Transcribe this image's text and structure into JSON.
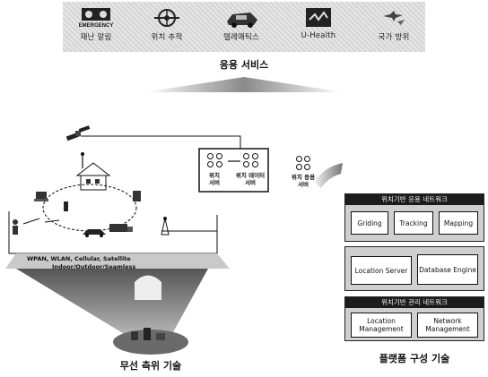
{
  "services": {
    "items": [
      {
        "label": "재난 알림",
        "icon": "emergency-icon",
        "icon_text": "EMERGENCY"
      },
      {
        "label": "위치 추적",
        "icon": "tracking-icon"
      },
      {
        "label": "텔레매틱스",
        "icon": "telematics-icon"
      },
      {
        "label": "U-Health",
        "icon": "health-icon"
      },
      {
        "label": "국가 방위",
        "icon": "defense-icon"
      }
    ],
    "title": "응용 서비스"
  },
  "servers": {
    "location_server": "위치\n서버",
    "location_data_server": "위치 데이터\n서버",
    "location_app_server": "위치 응용\n서버"
  },
  "technologies": {
    "line1": "WPAN, WLAN, Cellular, Satellite",
    "line2": "Indoor/Outdoor/Seamless"
  },
  "wireless_title": "무선 측위 기술",
  "platform": {
    "app_network": {
      "header": "위치기반 응용 네트워크",
      "items": [
        "Griding",
        "Tracking",
        "Mapping"
      ]
    },
    "core": {
      "items": [
        "Location Server",
        "Database Engine"
      ]
    },
    "mgmt_network": {
      "header": "위치기반 관리 네트워크",
      "items": [
        "Location Management",
        "Network Management"
      ]
    },
    "title": "플랫폼 구성 기술"
  }
}
